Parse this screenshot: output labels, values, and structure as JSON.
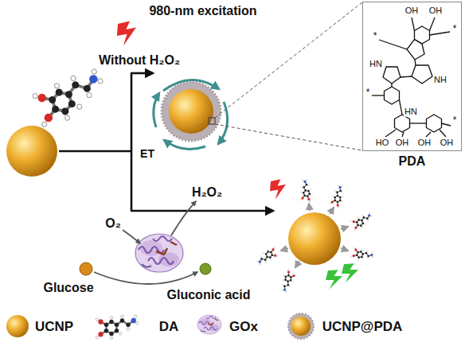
{
  "diagram": {
    "nodes": [
      {
        "text": [
          "PDA"
        ]
      }
    ],
    "labels": [
      "980-nm excitation",
      "OH",
      "OH",
      "*",
      "*",
      "Without H₂O₂",
      "HN",
      "NH",
      "*",
      "HN",
      "ET",
      "*",
      "HO",
      "OH",
      "OH",
      "OH",
      "H₂O₂",
      "O₂",
      "Glucose",
      "Gluconic acid"
    ],
    "legend": [
      {
        "text": "UCNP"
      },
      {
        "text": "DA"
      },
      {
        "text": "GOx"
      },
      {
        "text": "UCNP@PDA"
      }
    ]
  }
}
